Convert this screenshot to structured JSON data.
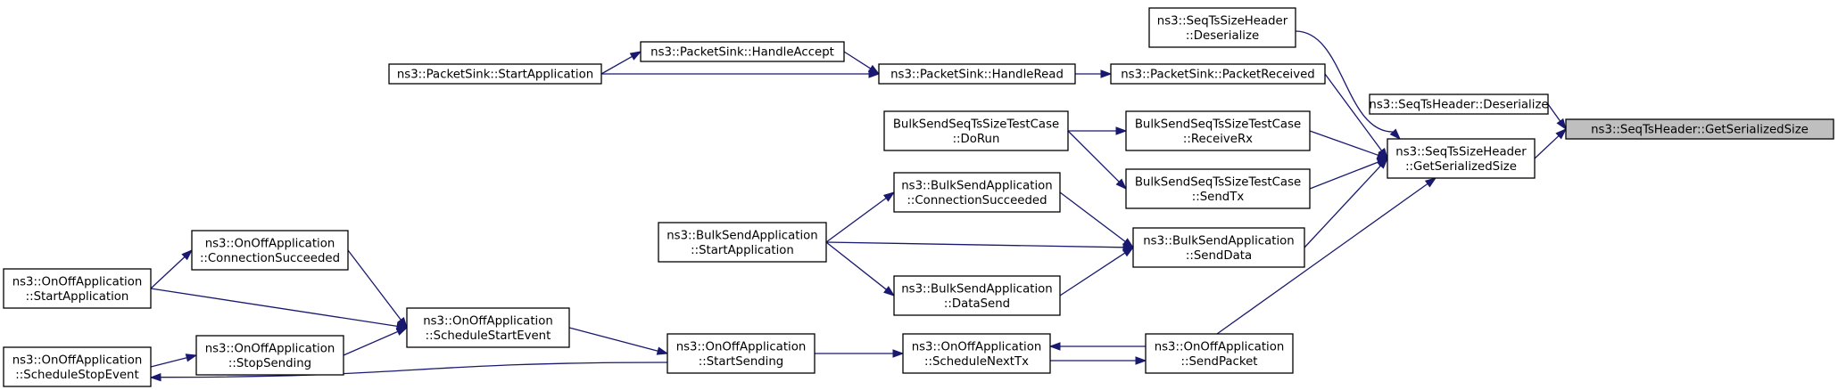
{
  "nodes": {
    "target": {
      "lines": [
        "ns3::SeqTsHeader::GetSerializedSize"
      ]
    },
    "seqts_deserialize": {
      "lines": [
        "ns3::SeqTsHeader::Deserialize"
      ]
    },
    "size_getserialized": {
      "lines": [
        "ns3::SeqTsSizeHeader",
        "::GetSerializedSize"
      ]
    },
    "size_deserialize": {
      "lines": [
        "ns3::SeqTsSizeHeader",
        "::Deserialize"
      ]
    },
    "sink_packetreceived": {
      "lines": [
        "ns3::PacketSink::PacketReceived"
      ]
    },
    "tc_receiverx": {
      "lines": [
        "BulkSendSeqTsSizeTestCase",
        "::ReceiveRx"
      ]
    },
    "tc_sendtx": {
      "lines": [
        "BulkSendSeqTsSizeTestCase",
        "::SendTx"
      ]
    },
    "bulk_senddata": {
      "lines": [
        "ns3::BulkSendApplication",
        "::SendData"
      ]
    },
    "onoff_sendpacket": {
      "lines": [
        "ns3::OnOffApplication",
        "::SendPacket"
      ]
    },
    "sink_handleread": {
      "lines": [
        "ns3::PacketSink::HandleRead"
      ]
    },
    "sink_handleaccept": {
      "lines": [
        "ns3::PacketSink::HandleAccept"
      ]
    },
    "sink_startapp": {
      "lines": [
        "ns3::PacketSink::StartApplication"
      ]
    },
    "tc_dorun": {
      "lines": [
        "BulkSendSeqTsSizeTestCase",
        "::DoRun"
      ]
    },
    "bulk_connsucceeded": {
      "lines": [
        "ns3::BulkSendApplication",
        "::ConnectionSucceeded"
      ]
    },
    "bulk_startapp": {
      "lines": [
        "ns3::BulkSendApplication",
        "::StartApplication"
      ]
    },
    "bulk_datasend": {
      "lines": [
        "ns3::BulkSendApplication",
        "::DataSend"
      ]
    },
    "onoff_schedulenexttx": {
      "lines": [
        "ns3::OnOffApplication",
        "::ScheduleNextTx"
      ]
    },
    "onoff_startsending": {
      "lines": [
        "ns3::OnOffApplication",
        "::StartSending"
      ]
    },
    "onoff_schedulestart": {
      "lines": [
        "ns3::OnOffApplication",
        "::ScheduleStartEvent"
      ]
    },
    "onoff_connsucceeded": {
      "lines": [
        "ns3::OnOffApplication",
        "::ConnectionSucceeded"
      ]
    },
    "onoff_startapp": {
      "lines": [
        "ns3::OnOffApplication",
        "::StartApplication"
      ]
    },
    "onoff_stopsending": {
      "lines": [
        "ns3::OnOffApplication",
        "::StopSending"
      ]
    },
    "onoff_schedulestop": {
      "lines": [
        "ns3::OnOffApplication",
        "::ScheduleStopEvent"
      ]
    }
  },
  "edges": [
    [
      "seqts_deserialize",
      "target"
    ],
    [
      "size_getserialized",
      "target"
    ],
    [
      "size_deserialize",
      "size_getserialized"
    ],
    [
      "sink_packetreceived",
      "size_getserialized"
    ],
    [
      "tc_receiverx",
      "size_getserialized"
    ],
    [
      "tc_sendtx",
      "size_getserialized"
    ],
    [
      "bulk_senddata",
      "size_getserialized"
    ],
    [
      "onoff_sendpacket",
      "size_getserialized"
    ],
    [
      "sink_handleread",
      "sink_packetreceived"
    ],
    [
      "sink_handleaccept",
      "sink_handleread"
    ],
    [
      "sink_startapp",
      "sink_handleread"
    ],
    [
      "sink_startapp",
      "sink_handleaccept"
    ],
    [
      "tc_dorun",
      "tc_receiverx"
    ],
    [
      "tc_dorun",
      "tc_sendtx"
    ],
    [
      "bulk_connsucceeded",
      "bulk_senddata"
    ],
    [
      "bulk_startapp",
      "bulk_senddata"
    ],
    [
      "bulk_datasend",
      "bulk_senddata"
    ],
    [
      "bulk_startapp",
      "bulk_connsucceeded"
    ],
    [
      "bulk_startapp",
      "bulk_datasend"
    ],
    [
      "onoff_schedulenexttx",
      "onoff_sendpacket"
    ],
    [
      "onoff_sendpacket",
      "onoff_schedulenexttx"
    ],
    [
      "onoff_startsending",
      "onoff_schedulenexttx"
    ],
    [
      "onoff_schedulestart",
      "onoff_startsending"
    ],
    [
      "onoff_connsucceeded",
      "onoff_schedulestart"
    ],
    [
      "onoff_startapp",
      "onoff_schedulestart"
    ],
    [
      "onoff_stopsending",
      "onoff_schedulestart"
    ],
    [
      "onoff_startapp",
      "onoff_connsucceeded"
    ],
    [
      "onoff_schedulestop",
      "onoff_stopsending"
    ],
    [
      "onoff_startsending",
      "onoff_schedulestop"
    ]
  ],
  "colors": {
    "edge": "#191970",
    "node_border": "#000000",
    "highlight_fill": "#bfbfbf"
  }
}
